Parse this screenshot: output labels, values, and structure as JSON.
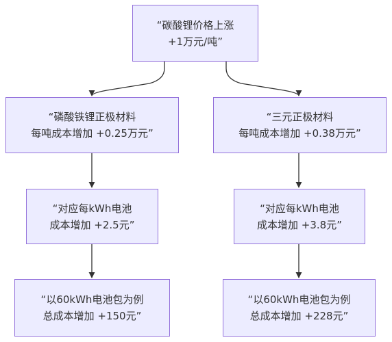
{
  "nodes": {
    "root": {
      "line1": "“碳酸锂价格上涨",
      "line2": "+1万元/吨”"
    },
    "lfp_material": {
      "line1": "“磷酸铁锂正极材料",
      "line2": "每吨成本增加 +0.25万元”"
    },
    "ncm_material": {
      "line1": "“三元正极材料",
      "line2": "每吨成本增加 +0.38万元”"
    },
    "lfp_kwh": {
      "line1": "“对应每kWh电池",
      "line2": "成本增加 +2.5元”"
    },
    "ncm_kwh": {
      "line1": "“对应每kWh电池",
      "line2": "成本增加 +3.8元”"
    },
    "lfp_pack": {
      "line1": "“以60kWh电池包为例",
      "line2": "总成本增加 +150元”"
    },
    "ncm_pack": {
      "line1": "“以60kWh电池包为例",
      "line2": "总成本增加 +228元”"
    }
  },
  "colors": {
    "node_fill": "#ececff",
    "node_border": "#9370db",
    "edge": "#333333",
    "text": "#333333"
  }
}
